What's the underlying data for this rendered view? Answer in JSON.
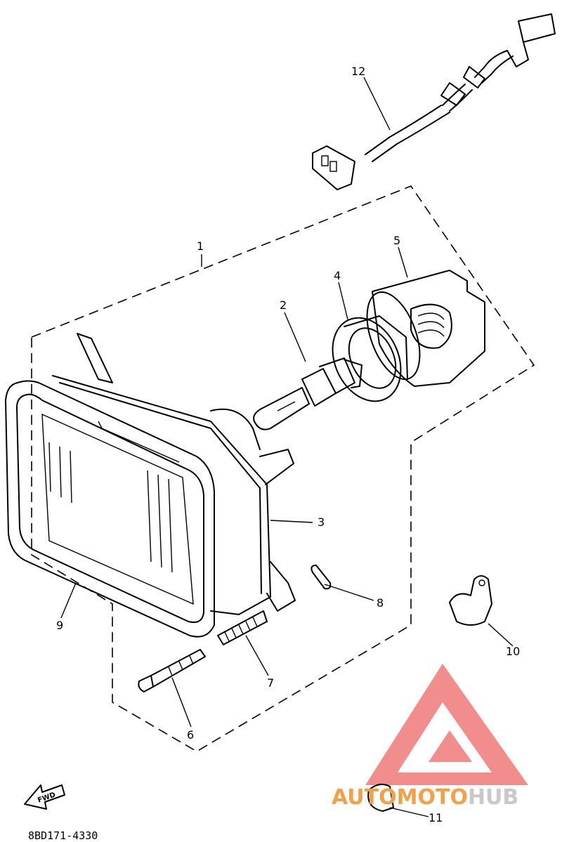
{
  "callouts": [
    "1",
    "2",
    "3",
    "4",
    "5",
    "6",
    "7",
    "8",
    "9",
    "10",
    "11",
    "12"
  ],
  "fwd_label": "FWD",
  "diagram_code": "8BD171-4330",
  "watermark": {
    "part1": "AUTO",
    "part2": "MOTO",
    "part3": "HUB",
    "accent": "#f07070"
  }
}
